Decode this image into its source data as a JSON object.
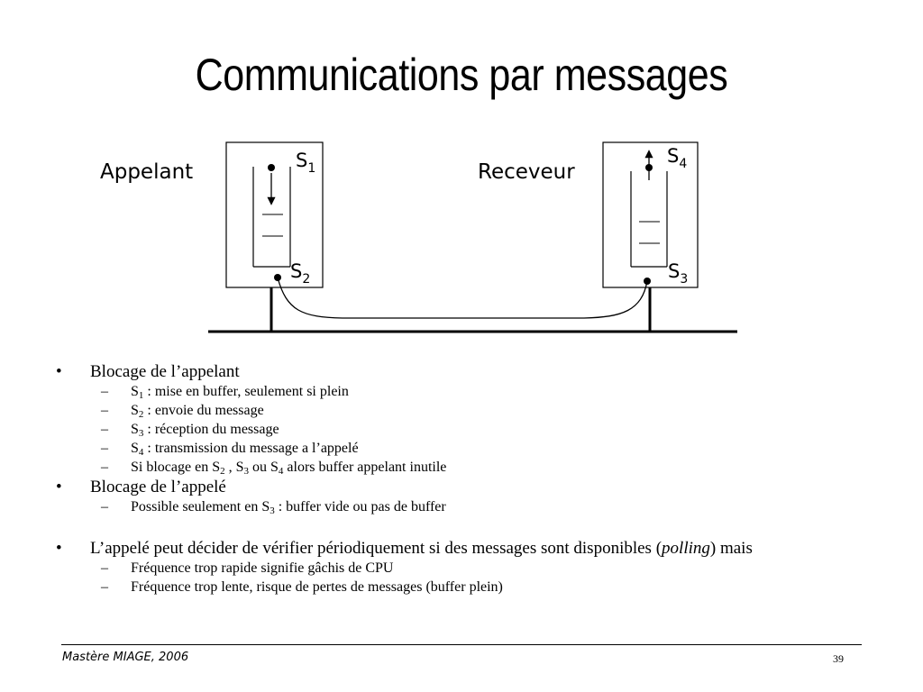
{
  "slide": {
    "title": "Communications par messages"
  },
  "diagram": {
    "caller_label": "Appelant",
    "receiver_label": "Receveur",
    "points": [
      {
        "letter": "S",
        "sub": "1"
      },
      {
        "letter": "S",
        "sub": "2"
      },
      {
        "letter": "S",
        "sub": "3"
      },
      {
        "letter": "S",
        "sub": "4"
      }
    ]
  },
  "bullets": [
    {
      "text": "Blocage de l’appelant",
      "items": [
        {
          "letter": "S",
          "sub": "1",
          "rest": " : mise en buffer, seulement si plein"
        },
        {
          "letter": "S",
          "sub": "2",
          "rest": " : envoie du message"
        },
        {
          "letter": "S",
          "sub": "3",
          "rest": " : réception du message"
        },
        {
          "letter": "S",
          "sub": "4",
          "rest": " : transmission du message a l’appelé"
        },
        {
          "a": "Si blocage en S",
          "a_sub": "2",
          "b": " , S",
          "b_sub": "3",
          "c": " ou S",
          "c_sub": "4",
          "d": " alors buffer appelant inutile"
        }
      ]
    },
    {
      "text": "Blocage de l’appelé",
      "items": [
        {
          "a": "Possible seulement en S",
          "a_sub": "3",
          "b": " : buffer vide ou pas de buffer"
        }
      ]
    },
    {
      "text_before": "L’appelé peut décider de vérifier périodiquement si des messages sont disponibles (",
      "text_em": "polling",
      "text_after": ") mais",
      "items": [
        "Fréquence trop rapide signifie gâchis de CPU",
        "Fréquence trop lente, risque de pertes de messages (buffer plein)"
      ]
    }
  ],
  "footer": {
    "left": "Mastère MIAGE, 2006",
    "page": "39"
  }
}
